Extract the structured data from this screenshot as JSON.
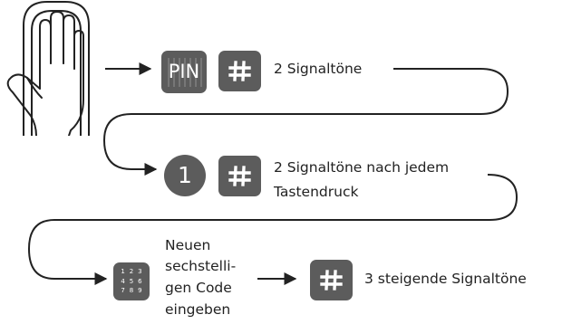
{
  "steps": {
    "step1": {
      "pin_key": "PIN",
      "confirm_text": "2 Signaltöne"
    },
    "step2": {
      "digit_key": "1",
      "confirm_text_line1": "2 Signaltöne nach jedem",
      "confirm_text_line2": "Tastendruck"
    },
    "step3": {
      "keypad_digits": [
        "1",
        "2",
        "3",
        "4",
        "5",
        "6",
        "7",
        "8",
        "9"
      ],
      "instruction_lines": [
        "Neuen",
        "sechstelli-",
        "gen Code",
        "eingeben"
      ],
      "confirm_text": "3 steigende Signaltöne"
    }
  },
  "icons": {
    "hand": "hand-on-lock-icon",
    "hash": "hash-key-icon",
    "pin": "pin-key-icon",
    "digit": "digit-key-icon",
    "keypad": "keypad-icon",
    "arrow": "arrow-right-icon"
  },
  "colors": {
    "key_fill": "#5c5c5c",
    "key_glyph": "#ffffff",
    "line": "#222222"
  }
}
